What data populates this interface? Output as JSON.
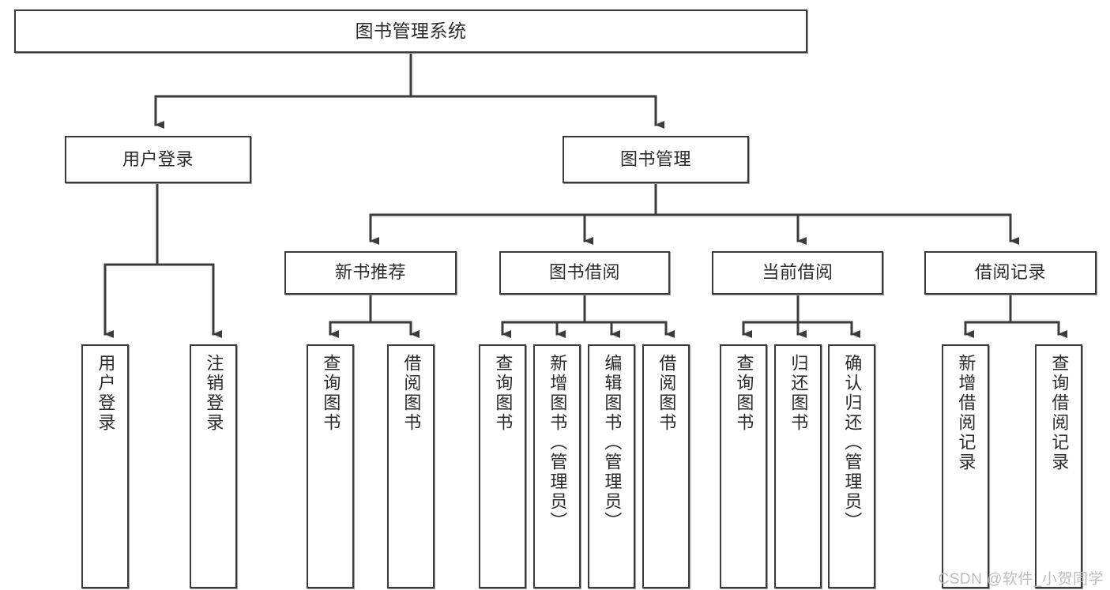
{
  "diagram": {
    "title": "图书管理系统",
    "type": "tree-hierarchy-diagram",
    "watermark": "CSDN @软件_小贺同学",
    "colors": {
      "box_border": "#3b3b3b",
      "box_fill": "#ffffff",
      "connector": "#3b3b3b",
      "text": "#2b2b2b",
      "watermark": "#bdbdbd"
    },
    "nodes": {
      "root": {
        "label": "图书管理系统"
      },
      "level1": [
        {
          "id": "user-login",
          "label": "用户登录"
        },
        {
          "id": "book-management",
          "label": "图书管理"
        }
      ],
      "level2": [
        {
          "id": "new-book-recommend",
          "label": "新书推荐"
        },
        {
          "id": "book-borrow",
          "label": "图书借阅"
        },
        {
          "id": "current-borrow",
          "label": "当前借阅"
        },
        {
          "id": "borrow-record",
          "label": "借阅记录"
        }
      ],
      "leaves": {
        "user-login": [
          {
            "id": "leaf-user-login",
            "label": "用户登录"
          },
          {
            "id": "leaf-logout-login",
            "label": "注销登录"
          }
        ],
        "new-book-recommend": [
          {
            "id": "leaf-query-book-1",
            "label": "查询图书"
          },
          {
            "id": "leaf-borrow-book-1",
            "label": "借阅图书"
          }
        ],
        "book-borrow": [
          {
            "id": "leaf-query-book-2",
            "label": "查询图书"
          },
          {
            "id": "leaf-add-book",
            "label": "新增图书（管理员）"
          },
          {
            "id": "leaf-edit-book",
            "label": "编辑图书（管理员）"
          },
          {
            "id": "leaf-borrow-book-2",
            "label": "借阅图书"
          }
        ],
        "current-borrow": [
          {
            "id": "leaf-query-book-3",
            "label": "查询图书"
          },
          {
            "id": "leaf-return-book",
            "label": "归还图书"
          },
          {
            "id": "leaf-confirm-return",
            "label": "确认归还（管理员）"
          }
        ],
        "borrow-record": [
          {
            "id": "leaf-add-record",
            "label": "新增借阅记录"
          },
          {
            "id": "leaf-query-record",
            "label": "查询借阅记录"
          }
        ]
      }
    }
  }
}
